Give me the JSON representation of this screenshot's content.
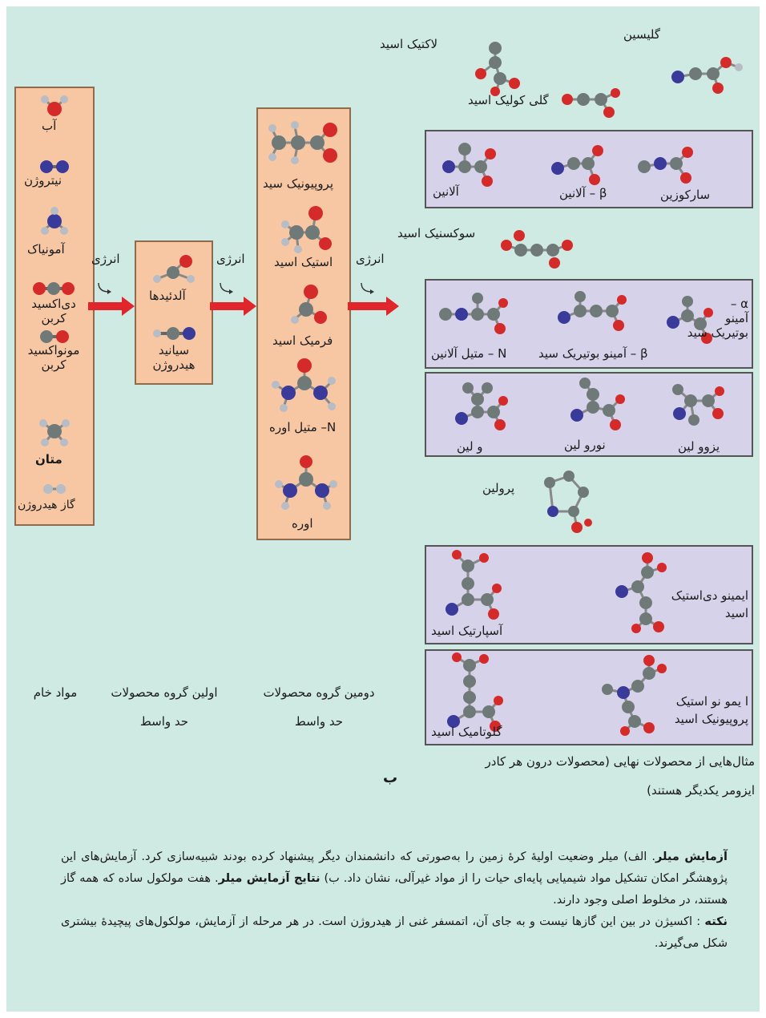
{
  "raw_materials": {
    "water": "آب",
    "nitrogen": "نیتروژن",
    "ammonia": "آمونیاک",
    "co2": "دی‌اکسید\nکربن",
    "co": "مونواکسید\nکربن",
    "methane": "متان",
    "hydrogen": "گاز هیدروژن"
  },
  "first_group": {
    "aldehydes": "آلدئیدها",
    "hcn": "سیانید\nهیدروژن"
  },
  "second_group": {
    "propionic": "پروپیونیک سید",
    "acetic": "استیک اسید",
    "formic": "فرمیک اسید",
    "n_methyl_urea": "N– متیل اوره",
    "urea": "اوره"
  },
  "energy": [
    "انرژی",
    "انرژی",
    "انرژی"
  ],
  "final": {
    "lactic": "لاکتیک اسید",
    "glycine": "گلیسین",
    "glycolic": "گلی کولیک اسید",
    "box1": [
      "آلانین",
      "β – آلانین",
      "سارکوزین"
    ],
    "succinic": "سوکسنیک اسید",
    "box2": [
      "N – متیل آلانین",
      "β – آمینو بوتیریک سید",
      "α –\nآمینو\nبوتیریک سید"
    ],
    "box3": [
      "و لین",
      "نورو لین",
      "یزوو لین"
    ],
    "proline": "پرولین",
    "box4": [
      "آسپارتیک اسید",
      "ایمینو دی‌استیک\nاسید"
    ],
    "box5": [
      "گلوتامیک اسید",
      "ا یمو نو استیک\nپروپیونیک اسید"
    ]
  },
  "captions": {
    "raw": "مواد خام",
    "first": "اولین گروه محصولات\nحد واسط",
    "second": "دومین گروه محصولات\nحد واسط",
    "final": "مثال‌هایی از محصولات نهایی (محصولات درون هر کادر\nایزومر یکدیگر هستند)",
    "figure_letter": "ب"
  },
  "body_text": {
    "p1_bold": "آزمایش میلر",
    "p1": ". الف) میلر وضعیت اولیهٔ کرهٔ زمین را به‌صورتی که دانشمندان دیگر پیشنهاد کرده بودند شبیه‌سازی کرد. آزمایش‌های این پژوهشگر امکان تشکیل مواد شیمیایی پایه‌ای حیات را از مواد غیرآلی، نشان داد. ب) ",
    "p1_bold2": "نتایج آزمایش میلر",
    "p1_end": ". هفت مولکول ساده که همه گاز هستند، در مخلوط اصلی وجود دارند.",
    "p2_bold": "نکته",
    "p2": " : اکسیژن در بین این گازها نیست و به جای آن، اتمسفر غنی از هیدروژن است. در هر مرحله از آزمایش، مولکول‌های پیچیدهٔ بیشتری شکل می‌گیرند."
  },
  "colors": {
    "background": "#cfe9e3",
    "column": "#f7c7a4",
    "product_box": "#d6d2ea",
    "arrow": "#e0262b",
    "oxygen": "#d42a2a",
    "carbon": "#6f7a78",
    "nitrogen": "#3a3a9a",
    "hydrogen": "#b8bcc4"
  }
}
